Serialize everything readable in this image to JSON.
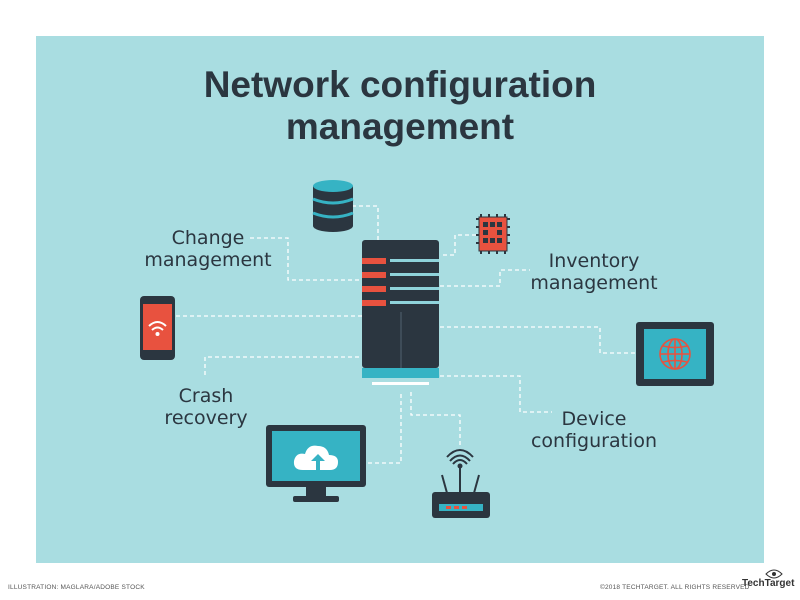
{
  "title": {
    "line1": "Network configuration",
    "line2": "management"
  },
  "labels": {
    "change": {
      "line1": "Change",
      "line2": "management"
    },
    "inventory": {
      "line1": "Inventory",
      "line2": "management"
    },
    "crash": {
      "line1": "Crash",
      "line2": "recovery"
    },
    "device": {
      "line1": "Device",
      "line2": "configuration"
    }
  },
  "icons": {
    "database": "database-icon",
    "chip": "chip-icon",
    "phone": "phone-wifi-icon",
    "tablet": "tablet-globe-icon",
    "monitor": "monitor-cloud-upload-icon",
    "router": "wifi-router-icon",
    "server": "server-rack-icon",
    "brand": "eye-icon"
  },
  "colors": {
    "background": "#a9dde1",
    "dark": "#2b3640",
    "accent_red": "#e8523f",
    "teal": "#36b3c4"
  },
  "footer": {
    "illustration": "ILLUSTRATION: MAGLARA/ADOBE STOCK",
    "copyright": "©2018 TECHTARGET. ALL RIGHTS RESERVED",
    "brand": "TechTarget"
  }
}
